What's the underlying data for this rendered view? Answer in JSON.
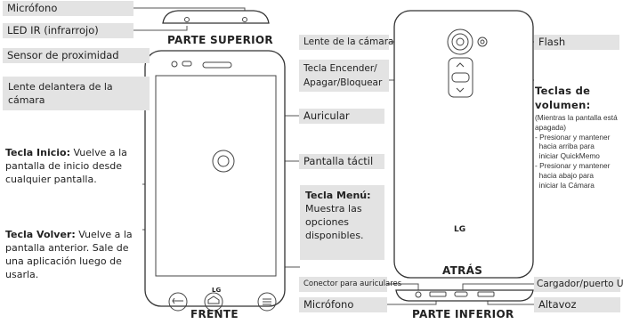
{
  "labels": {
    "microfono_top": "Micrófono",
    "led_ir": "LED IR (infrarrojo)",
    "sensor_proximidad": "Sensor de proximidad",
    "lente_delantera": "Lente delantera de la cámara",
    "tecla_inicio_title": "Tecla Inicio:",
    "tecla_inicio_text": "Vuelve a la pantalla de inicio desde cualquier pantalla.",
    "tecla_volver_title": "Tecla Volver:",
    "tecla_volver_text": "Vuelve a la pantalla anterior. Sale de una aplicación luego de usarla.",
    "auricular": "Auricular",
    "pantalla_tactil": "Pantalla táctil",
    "tecla_menu_title": "Tecla Menú:",
    "tecla_menu_text": "Muestra las opciones disponibles.",
    "lente_camara": "Lente de la cámara",
    "tecla_encender": "Tecla Encender/ Apagar/Bloquear",
    "flash": "Flash",
    "teclas_volumen": "Teclas de volumen:",
    "volumen_note": "(Mientras la pantalla está apagada)\n- Presionar y mantener\n  hacia arriba para\n  iniciar QuickMemo\n- Presionar y mantener\n  hacia abajo para\n  iniciar la Cámara",
    "conector_auriculares": "Conector para auriculares",
    "cargador": "Cargador/puerto USB",
    "microfono_bottom": "Micrófono",
    "altavoz": "Altavoz"
  },
  "headings": {
    "parte_superior": "PARTE SUPERIOR",
    "frente": "FRENTE",
    "atras": "ATRÁS",
    "parte_inferior": "PARTE INFERIOR"
  },
  "logo": "LG"
}
